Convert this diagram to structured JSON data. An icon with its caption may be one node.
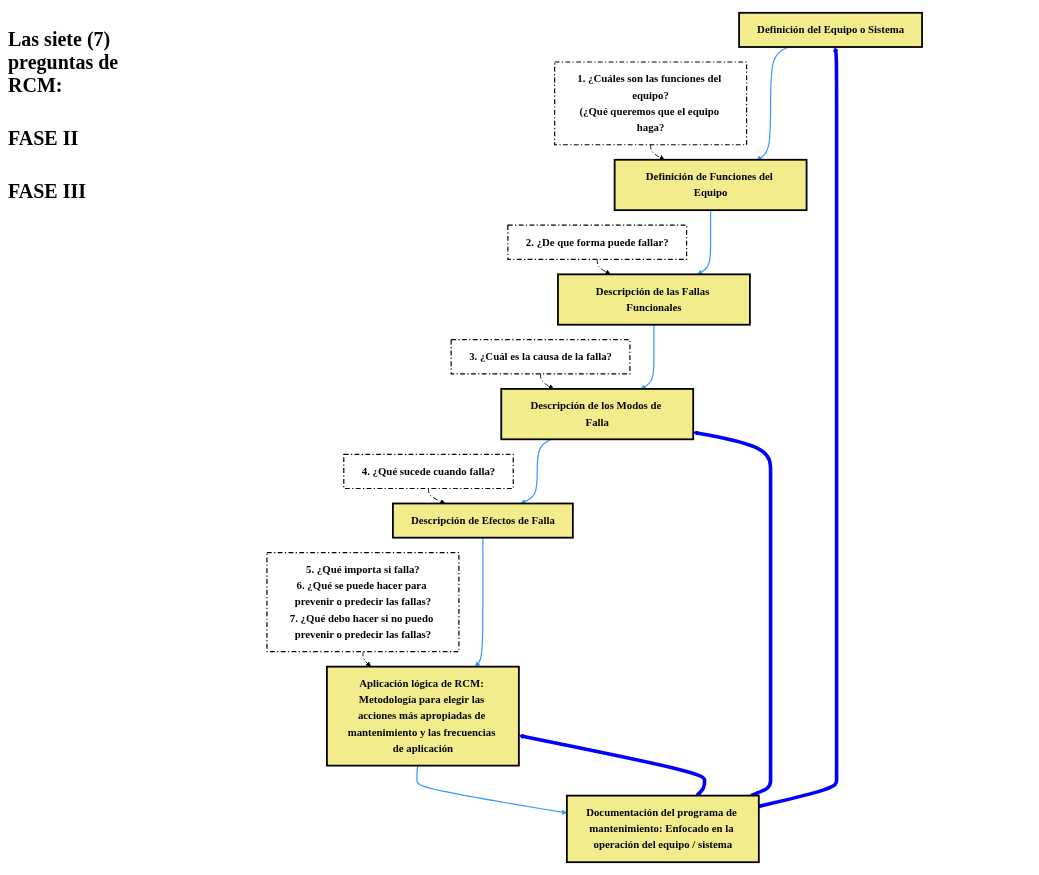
{
  "diagram": {
    "nodes": [
      {
        "text": [
          "Definición del Equipo o Sistema"
        ]
      },
      {
        "text": [
          "Definición de Funciones del Equipo"
        ]
      },
      {
        "text": [
          "Descripción de las Fallas Funcionales"
        ]
      },
      {
        "text": [
          "Descripción de los Modos de Falla"
        ]
      },
      {
        "text": [
          "Descripción de Efectos de Falla"
        ]
      },
      {
        "text": [
          "Aplicación lógica de RCM: Metodología para elegir las acciones más apropiadas de mantenimiento y las frecuencias de aplicación"
        ]
      },
      {
        "text": [
          "Documentación del programa de mantenimiento: Enfocado en la operación del equipo / sistema"
        ]
      },
      {
        "text": [
          "1. ¿Cuáles son las funciones del equipo?",
          "(¿Qué queremos que el equipo haga?"
        ]
      },
      {
        "text": [
          "2. ¿De que forma puede fallar?"
        ]
      },
      {
        "text": [
          "3. ¿Cuál es la causa de la falla?"
        ]
      },
      {
        "text": [
          "4. ¿Qué sucede cuando falla?"
        ]
      },
      {
        "text": [
          "5. ¿Qué importa si falla?",
          "6. ¿Qué se puede hacer para prevenir o predecir las fallas?",
          "7. ¿Qué debo hacer si no puedo prevenir o predecir las fallas?"
        ]
      }
    ],
    "edges": [
      {
        "from": 0,
        "to": 1,
        "arrow": "to",
        "color": "#3399ff"
      },
      {
        "from": 1,
        "to": 2,
        "arrow": "to",
        "color": "#3399ff"
      },
      {
        "from": 2,
        "to": 3,
        "arrow": "to",
        "color": "#3399ff"
      },
      {
        "from": 3,
        "to": 4,
        "arrow": "to",
        "color": "#3399ff"
      },
      {
        "from": 4,
        "to": 5,
        "arrow": "to",
        "color": "#3399ff"
      },
      {
        "from": 5,
        "to": 6,
        "arrow": "to",
        "color": "#3399ff"
      },
      {
        "from": 6,
        "to": 0,
        "arrow": "to",
        "style": "thick",
        "color": "#0000ff"
      },
      {
        "from": 6,
        "to": 3,
        "arrow": "to",
        "style": "thick",
        "color": "#0000ff"
      },
      {
        "from": 6,
        "to": 5,
        "arrow": "to",
        "style": "thick",
        "color": "#0000ff"
      },
      {
        "from": 7,
        "to": 1,
        "arrow": "to",
        "style": "dashed",
        "color": "#000000"
      },
      {
        "from": 8,
        "to": 2,
        "arrow": "to",
        "style": "dashed",
        "color": "#000000"
      },
      {
        "from": 9,
        "to": 3,
        "arrow": "to",
        "style": "dashed",
        "color": "#000000"
      },
      {
        "from": 10,
        "to": 4,
        "arrow": "to",
        "style": "dashed",
        "color": "#000000"
      },
      {
        "from": 11,
        "to": 5,
        "arrow": "to",
        "style": "dashed",
        "color": "#000000"
      }
    ],
    "labels": [
      "Las siete (7) preguntas de RCM:",
      "FASE II",
      "FASE III"
    ]
  }
}
